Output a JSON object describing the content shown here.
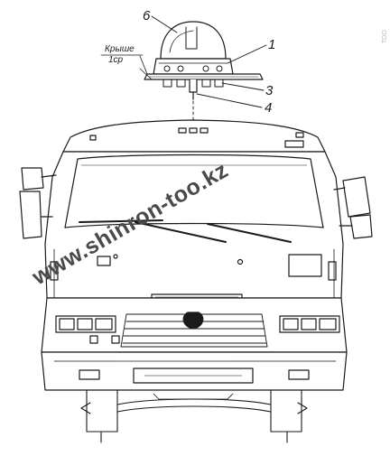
{
  "labels": {
    "roof_note_line1": "Крыше",
    "roof_note_line2": "1ср",
    "callout_6": "6",
    "callout_1": "1",
    "callout_3": "3",
    "callout_4": "4"
  },
  "watermark": "www.shinron-too.kz",
  "corner_mark": "ТОО",
  "colors": {
    "line": "#1a1a1a",
    "watermark": "#4a4a4a",
    "paper": "#ffffff"
  }
}
